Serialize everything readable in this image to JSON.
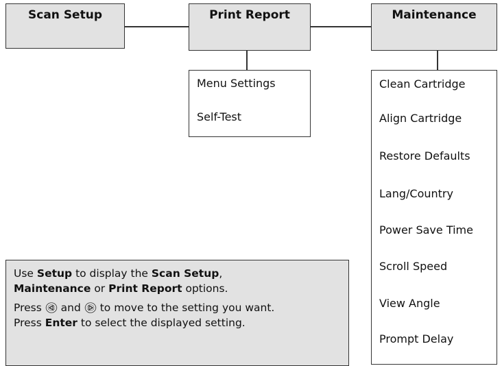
{
  "menus": {
    "scan_setup": "Scan Setup",
    "print_report": "Print Report",
    "maintenance": "Maintenance"
  },
  "print_report_items": [
    "Menu Settings",
    "Self-Test"
  ],
  "maintenance_items": [
    "Clean Cartridge",
    "Align Cartridge",
    "Restore Defaults",
    "Lang/Country",
    "Power Save Time",
    "Scroll Speed",
    "View Angle",
    "Prompt Delay"
  ],
  "instructions": {
    "use": "Use",
    "setup": "Setup",
    "to_display_the": "to display the",
    "scan_setup": "Scan Setup",
    "comma": ",",
    "maintenance": "Maintenance",
    "or": "or",
    "print_report": "Print Report",
    "options": "options.",
    "press": "Press",
    "and": "and",
    "to_move": "to move to the setting you want.",
    "press2": "Press",
    "enter": "Enter",
    "to_select": "to select the displayed setting."
  },
  "icons": {
    "left": "left-arrow-button-icon",
    "right": "right-arrow-button-icon"
  },
  "colors": {
    "header_fill": "#e2e2e2",
    "line": "#333333"
  }
}
